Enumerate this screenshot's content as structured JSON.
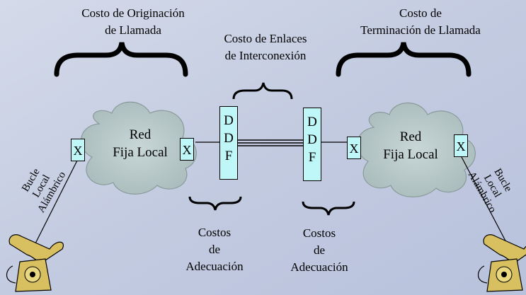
{
  "title_originacion": [
    "Costo de Originación",
    "de Llamada"
  ],
  "title_terminacion": [
    "Costo de",
    "Terminación de Llamada"
  ],
  "title_enlaces": [
    "Costo de Enlaces",
    "de Interconexión"
  ],
  "cloud_left": [
    "Red",
    "Fija Local"
  ],
  "cloud_right": [
    "Red",
    "Fija Local"
  ],
  "x_label": "X",
  "ddf_left": [
    "D",
    "D",
    "F"
  ],
  "ddf_right": [
    "D",
    "D",
    "F"
  ],
  "adecuacion_left": [
    "Costos",
    "de",
    "Adecuación"
  ],
  "adecuacion_right": [
    "Costos",
    "de",
    "Adecuación"
  ],
  "bucle_left": [
    "Bucle",
    "Local",
    "Alámbrico"
  ],
  "bucle_right": [
    "Bucle",
    "Local",
    "Alámbrico"
  ],
  "colors": {
    "background": "#bcc6df",
    "cloud": "#b8c8c8",
    "box": "#bff7f8",
    "phone": "#d8c060"
  }
}
